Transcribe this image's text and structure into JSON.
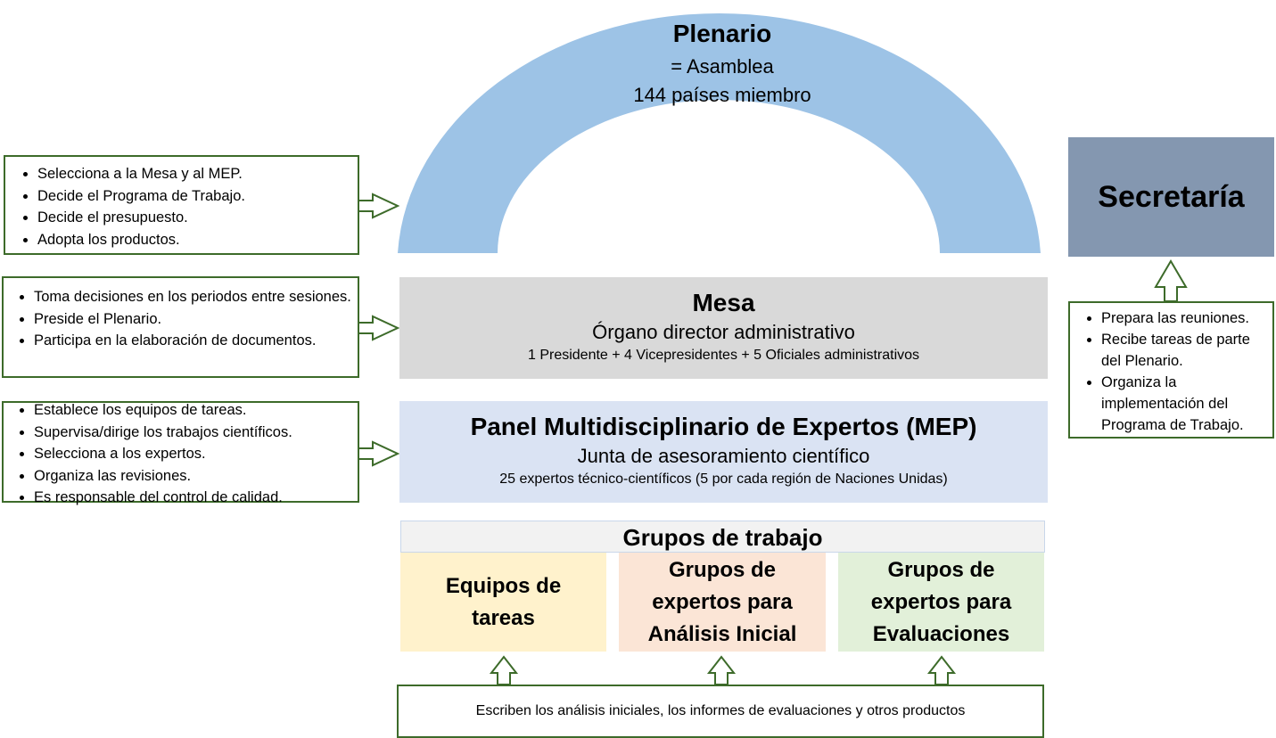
{
  "colors": {
    "arch": "#9dc3e6",
    "mesa": "#d9d9d9",
    "panel": "#dae3f3",
    "grupos_header": "#f2f2f2",
    "equipos": "#fff2cc",
    "analisis": "#fbe5d6",
    "evaluaciones": "#e2f0d9",
    "secretaria": "#8497b0",
    "arrow_outline": "#3d6b2a"
  },
  "plenario": {
    "title": "Plenario",
    "line1": "= Asamblea",
    "line2": "144 países miembro"
  },
  "plenario_functions": [
    "Selecciona a la Mesa y al MEP.",
    "Decide el Programa de Trabajo.",
    "Decide el presupuesto.",
    "Adopta los productos."
  ],
  "mesa": {
    "title": "Mesa",
    "subtitle": "Órgano director administrativo",
    "detail": "1 Presidente + 4 Vicepresidentes + 5 Oficiales administrativos"
  },
  "mesa_functions": [
    "Toma decisiones en los periodos entre sesiones.",
    "Preside el Plenario.",
    "Participa en la elaboración de documentos."
  ],
  "panel": {
    "title": "Panel Multidisciplinario de Expertos (MEP)",
    "subtitle": "Junta de asesoramiento científico",
    "detail": "25 expertos técnico-científicos (5 por cada región de Naciones Unidas)"
  },
  "panel_functions": [
    "Establece los equipos de tareas.",
    "Supervisa/dirige los trabajos científicos.",
    "Selecciona a los expertos.",
    "Organiza las revisiones.",
    "Es responsable del control de calidad."
  ],
  "grupos": {
    "header": "Grupos de trabajo",
    "equipos": "Equipos de tareas",
    "analisis": "Grupos de expertos para Análisis Inicial",
    "evaluaciones": "Grupos de expertos para Evaluaciones"
  },
  "secretaria": {
    "title": "Secretaría"
  },
  "secretaria_functions": [
    "Prepara las reuniones.",
    "Recibe tareas de parte del Plenario.",
    "Organiza la implementación del Programa de Trabajo."
  ],
  "bottom_box": "Escriben los análisis iniciales, los informes de evaluaciones y otros productos"
}
